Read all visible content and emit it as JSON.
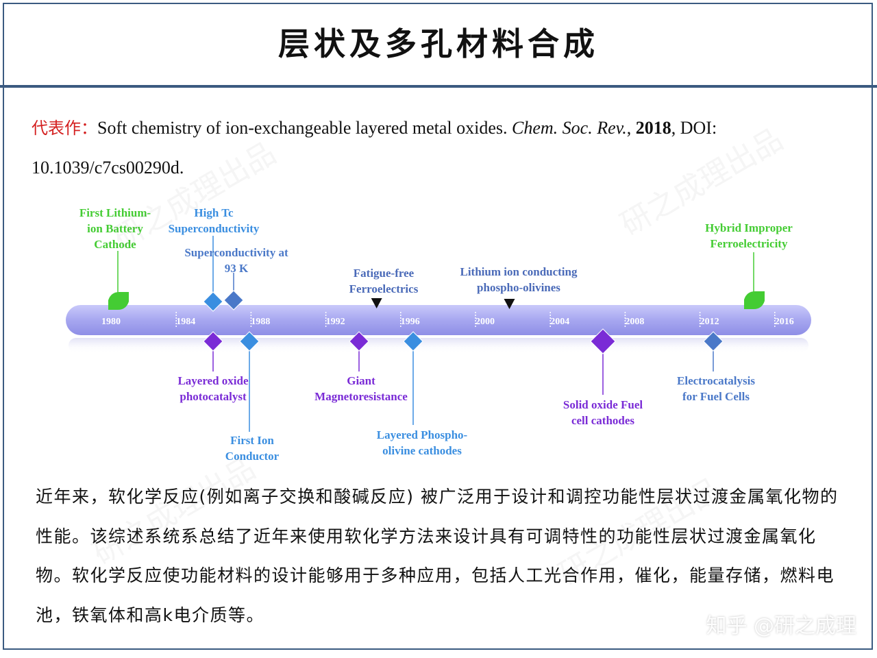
{
  "title": "层状及多孔材料合成",
  "reference": {
    "label": "代表作：",
    "text": "Soft chemistry of ion-exchangeable layered metal oxides. ",
    "journal": "Chem. Soc. Rev.",
    "sep": ", ",
    "year": "2018",
    "tail": ", DOI: 10.1039/c7cs00290d."
  },
  "timeline": {
    "years": [
      "1980",
      "1984",
      "1988",
      "1992",
      "1996",
      "2000",
      "2004",
      "2008",
      "2012",
      "2016"
    ],
    "above": [
      {
        "id": "first-lithium-ion-battery-cathode",
        "year": 1980.5,
        "marker": "leaf",
        "color": "#44cc33",
        "lines": [
          "First Lithium-",
          "ion Battery",
          "Cathode"
        ]
      },
      {
        "id": "high-tc-superconductivity",
        "year": 1986,
        "marker": "diamond",
        "color": "#3a8ee0",
        "lines": [
          "High Tc",
          "Superconductivity"
        ]
      },
      {
        "id": "superconductivity-at-93k",
        "year": 1987.2,
        "marker": "diamond",
        "color": "#4a78c8",
        "lines": [
          "Superconductivity at",
          "93 K"
        ]
      },
      {
        "id": "fatigue-free-ferroelectrics",
        "year": 1994.2,
        "marker": "triangle",
        "color": "#111111",
        "lines": [
          "Fatigue-free",
          "Ferroelectrics"
        ]
      },
      {
        "id": "lithium-ion-conducting-phospho-olivines",
        "year": 2001.3,
        "marker": "triangle",
        "color": "#111111",
        "lines": [
          "Lithium ion conducting",
          "phospho-olivines"
        ]
      },
      {
        "id": "hybrid-improper-ferroelectricity",
        "year": 2014.5,
        "marker": "leaf",
        "color": "#44cc33",
        "lines": [
          "Hybrid Improper",
          "Ferroelectricity"
        ]
      }
    ],
    "below": [
      {
        "id": "layered-oxide-photocatalyst",
        "year": 1986,
        "marker": "diamond",
        "color": "#7a2bd6",
        "lines": [
          "Layered oxide",
          "photocatalyst"
        ]
      },
      {
        "id": "first-ion-conductor",
        "year": 1987.7,
        "marker": "diamond",
        "color": "#3a8ee0",
        "lines": [
          "First Ion",
          "Conductor"
        ]
      },
      {
        "id": "giant-magnetoresistance",
        "year": 1993.3,
        "marker": "diamond",
        "color": "#7a2bd6",
        "lines": [
          "Giant",
          "Magnetoresistance"
        ]
      },
      {
        "id": "layered-phospho-olivine-cathodes",
        "year": 1996.2,
        "marker": "diamond",
        "color": "#3a8ee0",
        "lines": [
          "Layered Phospho-",
          "olivine cathodes"
        ]
      },
      {
        "id": "solid-oxide-fuel-cell-cathodes",
        "year": 2005.7,
        "marker": "diamond",
        "color": "#7a2bd6",
        "lines": [
          "Solid oxide Fuel",
          "cell cathodes"
        ]
      },
      {
        "id": "electrocatalysis-for-fuel-cells",
        "year": 2011.5,
        "marker": "diamond",
        "color": "#4a78c8",
        "lines": [
          "Electrocatalysis",
          "for Fuel Cells"
        ]
      }
    ]
  },
  "summary": "近年来，软化学反应(例如离子交换和酸碱反应) 被广泛用于设计和调控功能性层状过渡金属氧化物的性能。该综述系统系总结了近年来使用软化学方法来设计具有可调特性的功能性层状过渡金属氧化物。软化学反应使功能材料的设计能够用于多种应用，包括人工光合作用，催化，能量存储，燃料电池，铁氧体和高k电介质等。",
  "watermark": {
    "text": "研之成理出品",
    "zhihu": "知乎 @研之成理"
  },
  "colors": {
    "frame": "#3a5a80",
    "reference_label": "#d42020",
    "timeline_bar": "#a7a7f0"
  }
}
